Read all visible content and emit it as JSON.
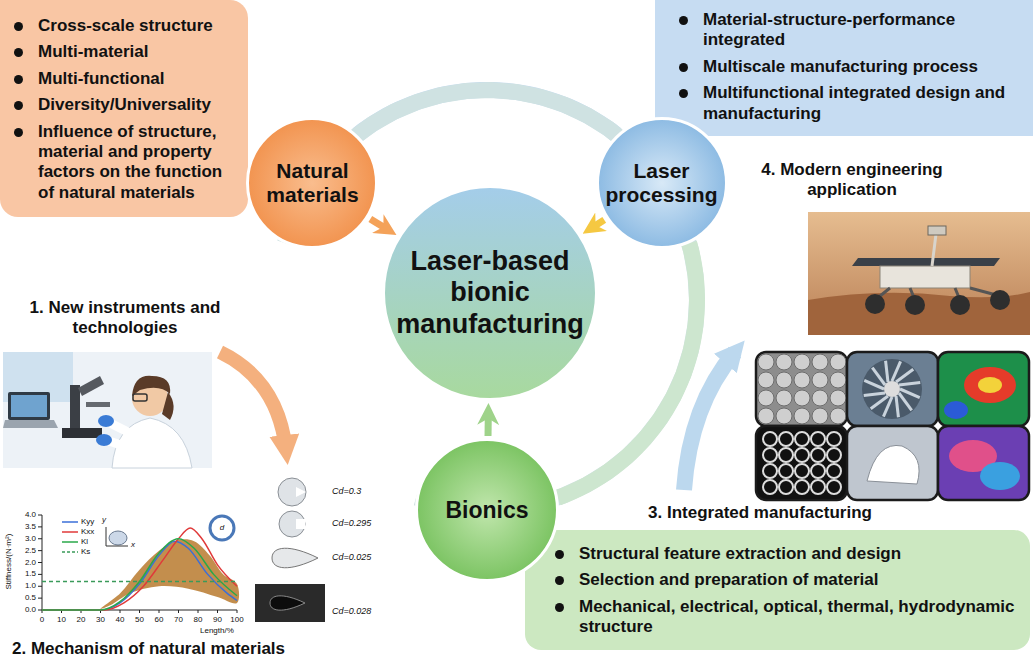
{
  "diagram": {
    "nodes": [
      {
        "text": [
          "Cross-scale structure",
          "Multi-material",
          "Multi-functional",
          "Diversity/Universality",
          "Influence of structure, material and property factors on the function of natural materials"
        ]
      },
      {
        "text": [
          "Natural materials"
        ]
      },
      {
        "text": [
          "Laser-based bionic manufacturing"
        ]
      },
      {
        "text": [
          "Laser processing"
        ]
      },
      {
        "text": [
          "Material-structure-performance integrated",
          "Multiscale manufacturing process",
          "Multifunctional integrated design and manufacturing"
        ]
      },
      {
        "text": [
          "Bionics"
        ]
      },
      {
        "text": [
          "Structural feature extraction and design",
          "Selection and preparation of material",
          "Mechanical, electrical, optical, thermal, hydrodynamic structure"
        ]
      }
    ],
    "edges": [
      {
        "from": 1,
        "to": 3,
        "arrow": "none"
      },
      {
        "from": 1,
        "to": 5,
        "arrow": "none"
      },
      {
        "from": 5,
        "to": 3,
        "arrow": "none"
      },
      {
        "from": 1,
        "to": 2,
        "arrow": "to"
      },
      {
        "from": 3,
        "to": 2,
        "arrow": "to"
      },
      {
        "from": 5,
        "to": 2,
        "arrow": "to"
      }
    ],
    "labels": [
      "1. New instruments and technologies",
      "4. Modern engineering application",
      "3. Integrated manufacturing",
      "2. Mechanism of natural materials",
      "Stiffness/(N·m²)",
      "Length/%",
      "0.0",
      "0.5",
      "1.0",
      "1.5",
      "2.0",
      "2.5",
      "3.0",
      "3.5",
      "4.0",
      "0",
      "10",
      "20",
      "30",
      "40",
      "50",
      "60",
      "70",
      "80",
      "90",
      "100",
      "y",
      "x",
      "d",
      "Cd=0.3",
      "Cd=0.295",
      "Cd=0.025",
      "Cd=0.028"
    ],
    "legend": [
      {
        "text": "Kyy"
      },
      {
        "text": "Kxx"
      },
      {
        "text": "Kl"
      },
      {
        "text": "Ks"
      }
    ]
  }
}
